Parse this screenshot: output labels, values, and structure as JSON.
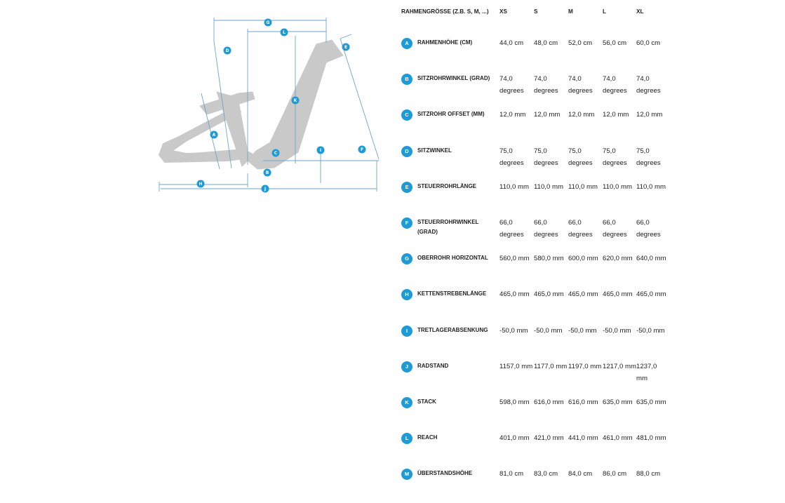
{
  "diagram_markers": [
    "G",
    "L",
    "D",
    "E",
    "K",
    "A",
    "C",
    "I",
    "F",
    "B",
    "H",
    "J"
  ],
  "table": {
    "header_label": "RAHMENGRÖSSE (Z.B. S, M, ...)",
    "sizes": [
      "XS",
      "S",
      "M",
      "L",
      "XL"
    ],
    "rows": [
      {
        "marker": "A",
        "label": "RAHMENHÖHE (CM)",
        "values": [
          "44,0 cm",
          "48,0 cm",
          "52,0 cm",
          "56,0 cm",
          "60,0 cm"
        ]
      },
      {
        "marker": "B",
        "label": "SITZROHRWINKEL (GRAD)",
        "values": [
          "74,0 degrees",
          "74,0 degrees",
          "74,0 degrees",
          "74,0 degrees",
          "74,0 degrees"
        ]
      },
      {
        "marker": "C",
        "label": "SITZROHR OFFSET (MM)",
        "values": [
          "12,0 mm",
          "12,0 mm",
          "12,0 mm",
          "12,0 mm",
          "12,0 mm"
        ]
      },
      {
        "marker": "D",
        "label": "SITZWINKEL",
        "values": [
          "75,0 degrees",
          "75,0 degrees",
          "75,0 degrees",
          "75,0 degrees",
          "75,0 degrees"
        ]
      },
      {
        "marker": "E",
        "label": "STEUERROHRLÄNGE",
        "values": [
          "110,0 mm",
          "110,0 mm",
          "110,0 mm",
          "110,0 mm",
          "110,0 mm"
        ]
      },
      {
        "marker": "F",
        "label": "STEUERROHRWINKEL (GRAD)",
        "values": [
          "66,0 degrees",
          "66,0 degrees",
          "66,0 degrees",
          "66,0 degrees",
          "66,0 degrees"
        ]
      },
      {
        "marker": "G",
        "label": "OBERROHR HORIZONTAL",
        "values": [
          "560,0 mm",
          "580,0 mm",
          "600,0 mm",
          "620,0 mm",
          "640,0 mm"
        ]
      },
      {
        "marker": "H",
        "label": "KETTENSTREBENLÄNGE",
        "values": [
          "465,0 mm",
          "465,0 mm",
          "465,0 mm",
          "465,0 mm",
          "465,0 mm"
        ]
      },
      {
        "marker": "I",
        "label": "TRETLAGERABSENKUNG",
        "values": [
          "-50,0 mm",
          "-50,0 mm",
          "-50,0 mm",
          "-50,0 mm",
          "-50,0 mm"
        ]
      },
      {
        "marker": "J",
        "label": "RADSTAND",
        "values": [
          "1157,0 mm",
          "1177,0 mm",
          "1197,0 mm",
          "1217,0 mm",
          "1237,0 mm"
        ]
      },
      {
        "marker": "K",
        "label": "STACK",
        "values": [
          "598,0 mm",
          "616,0 mm",
          "616,0 mm",
          "635,0 mm",
          "635,0 mm"
        ]
      },
      {
        "marker": "L",
        "label": "REACH",
        "values": [
          "401,0 mm",
          "421,0 mm",
          "441,0 mm",
          "461,0 mm",
          "481,0 mm"
        ]
      },
      {
        "marker": "M",
        "label": "ÜBERSTANDSHÖHE",
        "values": [
          "81,0 cm",
          "83,0 cm",
          "84,0 cm",
          "86,0 cm",
          "88,0 cm"
        ]
      }
    ]
  },
  "colors": {
    "marker_blue": "#1e9ad6",
    "frame_gray": "#c9c9c9",
    "dimension_line": "#6aa6c8"
  }
}
